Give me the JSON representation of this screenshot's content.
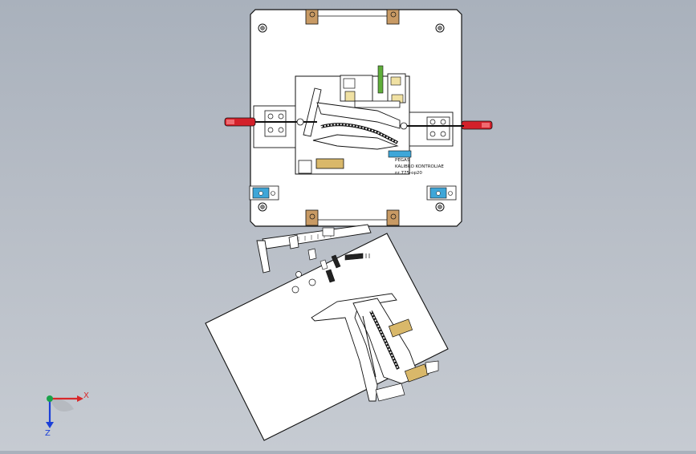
{
  "colors": {
    "background_top": "#a9b1bc",
    "background_bottom": "#c6cbd2",
    "plate": "#ffffff",
    "outline": "#111111",
    "clamp_handle": "#d3202a",
    "brass": "#d9b86a",
    "copper_pad": "#c89a64",
    "locator": "#3ea6d8",
    "green_part": "#5fae3a",
    "triad_x": "#d8282a",
    "triad_y": "#1aa34a",
    "triad_z": "#1a3fd8"
  },
  "drawing": {
    "plate_label": {
      "line1": "PEGAS",
      "line2": "KALIBRO KONTROLIAE",
      "line3": "nr 775-op20"
    },
    "axis_triad": {
      "x_label": "X",
      "z_label": "Z"
    },
    "icons": [
      "clamp-icon",
      "bolt-icon",
      "dowel-pin-icon",
      "locator-icon",
      "caliper-icon"
    ]
  }
}
